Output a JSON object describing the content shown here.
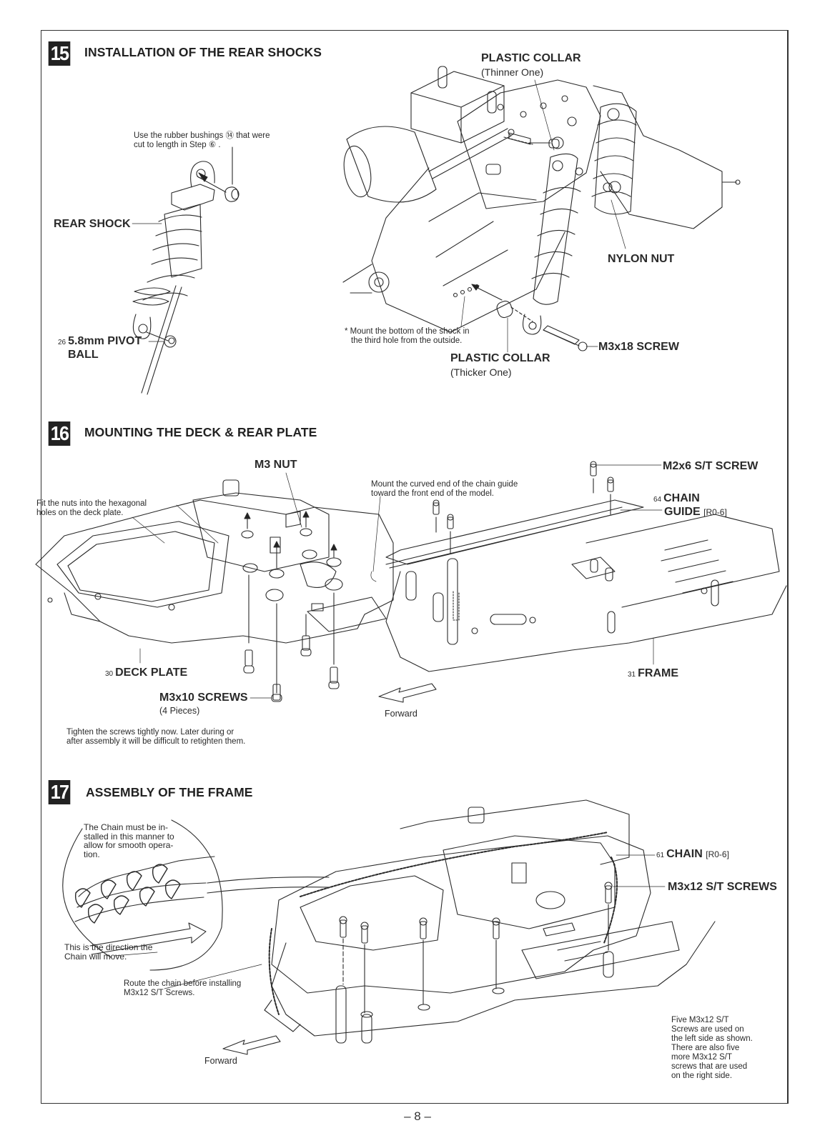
{
  "page_number": "– 8 –",
  "steps": [
    {
      "number": "15",
      "title": "INSTALLATION OF THE REAR SHOCKS",
      "notes": {
        "bushing_note_line1": "Use the rubber bushings ⑭ that were",
        "bushing_note_line2": "cut to length in Step ⑥ .",
        "mount_note_line1": "* Mount the bottom of the shock in",
        "mount_note_line2": "the third hole from the outside."
      },
      "labels": {
        "rear_shock": "REAR SHOCK",
        "pivot_ball_partno": "26",
        "pivot_ball_line1": "5.8mm PIVOT",
        "pivot_ball_line2": "BALL",
        "collar_thin": "PLASTIC COLLAR",
        "collar_thin_sub": "(Thinner One)",
        "nylon_nut": "NYLON NUT",
        "m3x18": "M3x18 SCREW",
        "collar_thick": "PLASTIC COLLAR",
        "collar_thick_sub": "(Thicker One)"
      }
    },
    {
      "number": "16",
      "title": "MOUNTING THE DECK & REAR PLATE",
      "notes": {
        "hex_note_line1": "Fit the nuts into the hexagonal",
        "hex_note_line2": "holes on the deck plate.",
        "guide_note_line1": "Mount the curved end of the chain guide",
        "guide_note_line2": "toward the front end of the model.",
        "tighten_line1": "Tighten the screws tightly now. Later during or",
        "tighten_line2": "after assembly it will be difficult to retighten them."
      },
      "labels": {
        "m3_nut": "M3 NUT",
        "m2x6": "M2x6 S/T SCREW",
        "chain_guide_partno": "64",
        "chain_guide_line1": "CHAIN",
        "chain_guide_line2": "GUIDE",
        "chain_guide_ref": "[R0-6]",
        "deck_plate_partno": "30",
        "deck_plate": "DECK PLATE",
        "m3x10": "M3x10 SCREWS",
        "m3x10_sub": "(4 Pieces)",
        "frame_partno": "31",
        "frame": "FRAME",
        "forward": "Forward"
      }
    },
    {
      "number": "17",
      "title": "ASSEMBLY OF THE FRAME",
      "notes": {
        "chain_note": [
          "The Chain must be in-",
          "stalled in this manner to",
          "allow for smooth opera-",
          "tion."
        ],
        "direction_note_line1": "This is the direction the",
        "direction_note_line2": "Chain will move.",
        "route_note_line1": "Route the chain before installing",
        "route_note_line2": "M3x12 S/T Screws.",
        "five_screws": [
          "Five M3x12 S/T",
          "Screws are used on",
          "the left side as shown.",
          "There are also five",
          "more M3x12 S/T",
          "screws that are used",
          "on the right side."
        ]
      },
      "labels": {
        "chain_partno": "61",
        "chain": "CHAIN",
        "chain_ref": "[R0-6]",
        "m3x12": "M3x12 S/T SCREWS",
        "forward": "Forward"
      }
    }
  ]
}
